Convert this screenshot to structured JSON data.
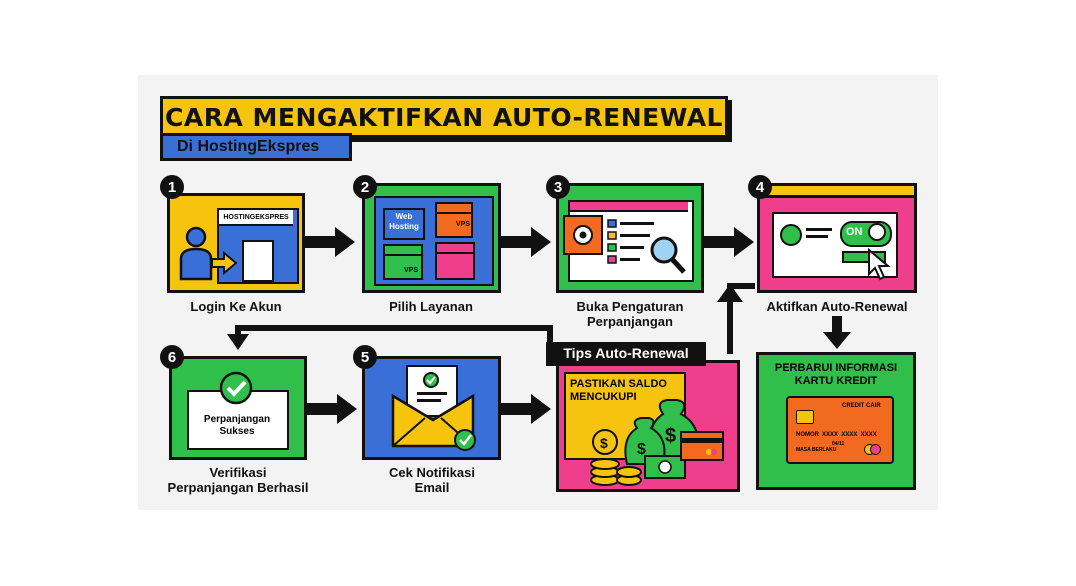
{
  "header": {
    "title": "CARA MENGAKTIFKAN AUTO-RENEWAL",
    "subtitle": "Di HostingEkspres"
  },
  "steps": [
    {
      "number": "1",
      "label": "Login Ke Akun",
      "panel_text": "HOSTINGEKSPRES"
    },
    {
      "number": "2",
      "label": "Pilih Layanan",
      "box_labels": [
        "Web Hosting",
        "VPS",
        "VPS"
      ]
    },
    {
      "number": "3",
      "label_line1": "Buka Pengaturan",
      "label_line2": "Perpanjangan"
    },
    {
      "number": "4",
      "label": "Aktifkan Auto-Renewal",
      "toggle_text": "ON"
    },
    {
      "number": "5",
      "label_line1": "Cek Notifikasi",
      "label_line2": "Email"
    },
    {
      "number": "6",
      "label_line1": "Verifikasi",
      "label_line2": "Perpanjangan Berhasil",
      "box_line1": "Perpanjangan",
      "box_line2": "Sukses"
    }
  ],
  "tips": {
    "label": "Tips Auto-Renewal",
    "saldo_line1": "PASTIKAN SALDO",
    "saldo_line2": "MENCUKUPI",
    "card_line1": "PERBARUI INFORMASI",
    "card_line2": "KARTU KREDIT",
    "credit_card": {
      "brand": "CREDIT CAIR",
      "number_label": "NOMOR",
      "number": "XXXX  XXXX  XXXX",
      "expiry": "04/11",
      "expiry_label": "MASA BERLAKU"
    }
  },
  "colors": {
    "yellow": "#f6c40f",
    "blue": "#3a6fd8",
    "green": "#2fbf4a",
    "pink": "#ee3e8c",
    "orange": "#f26a1f",
    "black": "#111111"
  }
}
